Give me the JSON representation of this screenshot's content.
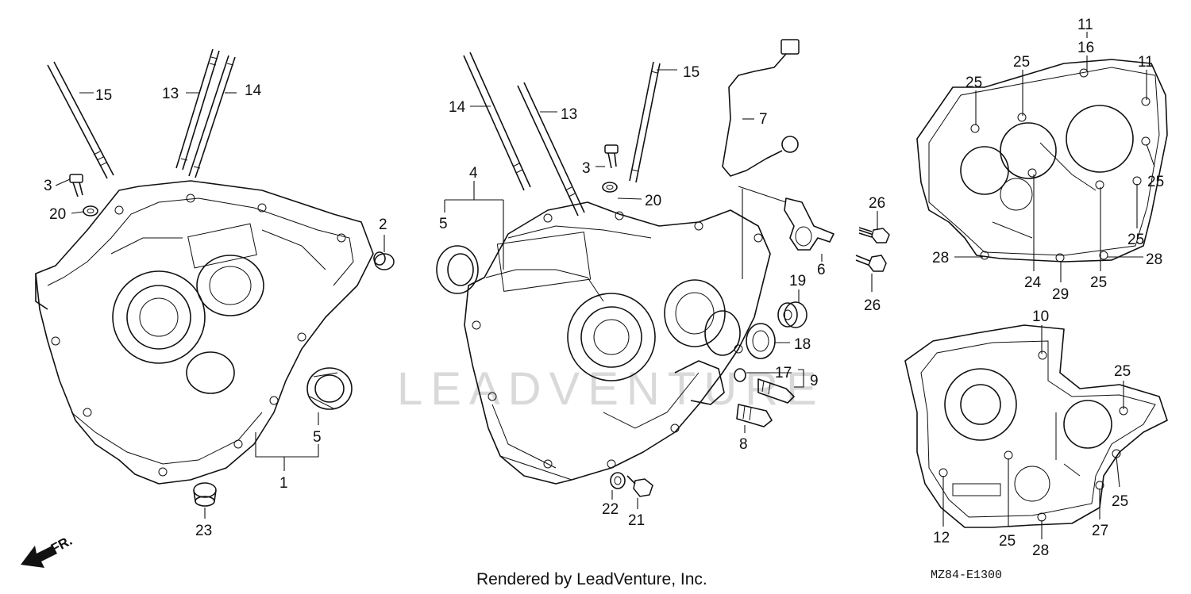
{
  "diagram": {
    "watermark": "LEADVENTURE",
    "footer_text": "Rendered by LeadVenture, Inc.",
    "diagram_code": "MZ84-E1300",
    "front_indicator": "FR.",
    "callouts": [
      {
        "id": "c15a",
        "text": "15"
      },
      {
        "id": "c13a",
        "text": "13"
      },
      {
        "id": "c14a",
        "text": "14"
      },
      {
        "id": "c3a",
        "text": "3"
      },
      {
        "id": "c20a",
        "text": "20"
      },
      {
        "id": "c2",
        "text": "2"
      },
      {
        "id": "c5a",
        "text": "5"
      },
      {
        "id": "c1",
        "text": "1"
      },
      {
        "id": "c23",
        "text": "23"
      },
      {
        "id": "c14b",
        "text": "14"
      },
      {
        "id": "c13b",
        "text": "13"
      },
      {
        "id": "c15b",
        "text": "15"
      },
      {
        "id": "c3b",
        "text": "3"
      },
      {
        "id": "c20b",
        "text": "20"
      },
      {
        "id": "c4",
        "text": "4"
      },
      {
        "id": "c5b",
        "text": "5"
      },
      {
        "id": "c7",
        "text": "7"
      },
      {
        "id": "c6",
        "text": "6"
      },
      {
        "id": "c26a",
        "text": "26"
      },
      {
        "id": "c26b",
        "text": "26"
      },
      {
        "id": "c19",
        "text": "19"
      },
      {
        "id": "c18",
        "text": "18"
      },
      {
        "id": "c17",
        "text": "17"
      },
      {
        "id": "c9",
        "text": "9"
      },
      {
        "id": "c8",
        "text": "8"
      },
      {
        "id": "c22",
        "text": "22"
      },
      {
        "id": "c21",
        "text": "21"
      },
      {
        "id": "c11a",
        "text": "11"
      },
      {
        "id": "c16",
        "text": "16"
      },
      {
        "id": "c11b",
        "text": "11"
      },
      {
        "id": "c25a",
        "text": "25"
      },
      {
        "id": "c25b",
        "text": "25"
      },
      {
        "id": "c25c",
        "text": "25"
      },
      {
        "id": "c25d",
        "text": "25"
      },
      {
        "id": "c28a",
        "text": "28"
      },
      {
        "id": "c24",
        "text": "24"
      },
      {
        "id": "c29",
        "text": "29"
      },
      {
        "id": "c25e",
        "text": "25"
      },
      {
        "id": "c28b",
        "text": "28"
      },
      {
        "id": "c10",
        "text": "10"
      },
      {
        "id": "c25f",
        "text": "25"
      },
      {
        "id": "c25g",
        "text": "25"
      },
      {
        "id": "c12",
        "text": "12"
      },
      {
        "id": "c25h",
        "text": "25"
      },
      {
        "id": "c28c",
        "text": "28"
      },
      {
        "id": "c27",
        "text": "27"
      }
    ]
  }
}
